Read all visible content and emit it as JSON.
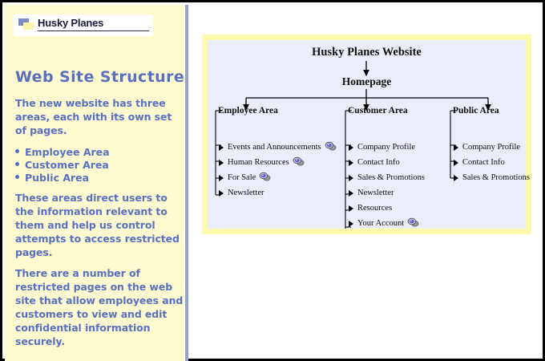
{
  "colors": {
    "sidebar_bg": "#fdfbcf",
    "sidebar_border": "#93a4d4",
    "heading_text": "#5b6fc0",
    "panel_bg": "#eaeefa",
    "panel_border": "#fdfbab",
    "logo_blue": "#7b8cc4",
    "logo_yellow": "#fdf6a8",
    "page_border": "#000000"
  },
  "sidebar": {
    "logo": {
      "icon": "two-squares-logo-icon",
      "text": "Husky Planes"
    },
    "title": "Web Site Structure",
    "paragraph_1": "The new website has three areas, each with its own set of pages.",
    "bullets": [
      "Employee Area",
      "Customer Area",
      "Public Area"
    ],
    "paragraph_2": "These areas direct users to the information relevant to them and help us control attempts to access restricted pages.",
    "paragraph_3": "There are a number of restricted pages on the web site that allow employees and customers to view and edit confidential information securely."
  },
  "diagram": {
    "root": "Husky Planes Website",
    "home": "Homepage",
    "areas": [
      {
        "name": "Employee Area",
        "items": [
          {
            "label": "Events and Announcements",
            "locked": true
          },
          {
            "label": "Human Resources",
            "locked": true
          },
          {
            "label": "For Sale",
            "locked": true
          },
          {
            "label": "Newsletter",
            "locked": false
          }
        ]
      },
      {
        "name": "Customer Area",
        "items": [
          {
            "label": "Company Profile",
            "locked": false
          },
          {
            "label": "Contact Info",
            "locked": false
          },
          {
            "label": "Sales & Promotions",
            "locked": false
          },
          {
            "label": "Newsletter",
            "locked": false
          },
          {
            "label": "Resources",
            "locked": false
          },
          {
            "label": "Your Account",
            "locked": true
          }
        ]
      },
      {
        "name": "Public Area",
        "items": [
          {
            "label": "Company Profile",
            "locked": false
          },
          {
            "label": "Contact Info",
            "locked": false
          },
          {
            "label": "Sales & Promotions",
            "locked": false
          }
        ]
      }
    ]
  }
}
